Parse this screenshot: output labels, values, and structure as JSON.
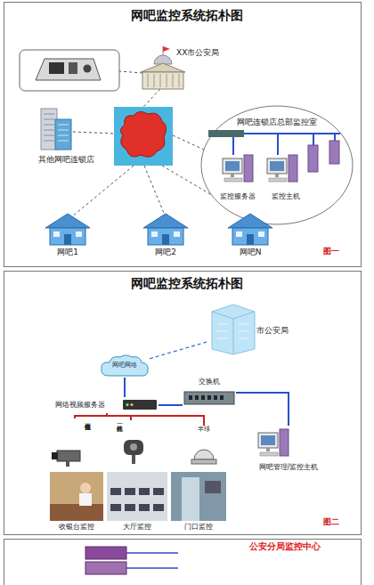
{
  "diagram": {
    "title": "网吧监控系统拓朴图",
    "nodes": [
      {
        "text": [
          "XX市公安局"
        ]
      },
      {
        "text": [
          "其他网吧连锁店"
        ]
      },
      {
        "text": [
          "网吧连锁店总部监控室"
        ]
      },
      {
        "text": [
          "监控服务器"
        ],
        "in": 2
      },
      {
        "text": [
          "监控主机"
        ],
        "in": 2
      },
      {
        "text": [
          "网吧1"
        ]
      },
      {
        "text": [
          "网吧2"
        ]
      },
      {
        "text": [
          "网吧N"
        ]
      },
      {
        "text": [
          "市公安局"
        ]
      },
      {
        "text": [
          "网吧网络"
        ]
      },
      {
        "text": [
          "网络视频服务器"
        ]
      },
      {
        "text": [
          "交换机"
        ]
      },
      {
        "text": [
          "可变焦摄像机"
        ]
      },
      {
        "text": [
          "红外一体机"
        ]
      },
      {
        "text": [
          "半球"
        ]
      },
      {
        "text": [
          "收银台监控"
        ]
      },
      {
        "text": [
          "大厅监控"
        ]
      },
      {
        "text": [
          "门口监控"
        ]
      },
      {
        "text": [
          "网吧管理/监控主机"
        ]
      }
    ],
    "edges": [
      {
        "from": 9,
        "to": 8,
        "arrow": "none"
      },
      {
        "from": 9,
        "to": 10,
        "arrow": "none"
      },
      {
        "from": 10,
        "to": 11,
        "arrow": "none"
      },
      {
        "from": 11,
        "to": 18,
        "arrow": "none"
      },
      {
        "from": 10,
        "to": 12,
        "arrow": "none"
      },
      {
        "from": 10,
        "to": 13,
        "arrow": "none"
      },
      {
        "from": 10,
        "to": 14,
        "arrow": "none"
      }
    ],
    "labels": [
      "图一",
      "网吧监控系统拓朴图",
      "图二",
      "公安分局监控中心"
    ]
  }
}
